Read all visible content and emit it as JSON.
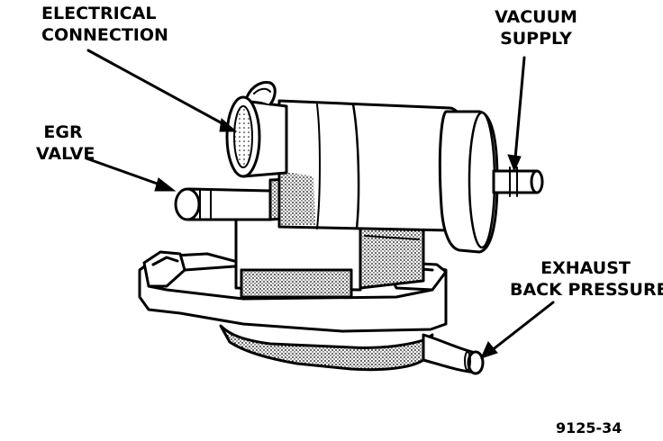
{
  "labels": {
    "electrical_connection": [
      "ELECTRICAL",
      "CONNECTION"
    ],
    "vacuum_supply": [
      "VACUUM",
      "SUPPLY"
    ],
    "egr_valve": [
      "EGR",
      "VALVE"
    ],
    "exhaust_back_pressure": [
      "EXHAUST",
      "BACK PRESSURE"
    ]
  },
  "figure_number": "9125-34",
  "colors": {
    "ink": "#000000",
    "background": "#ffffff",
    "stipple": "#7a7a7a"
  }
}
